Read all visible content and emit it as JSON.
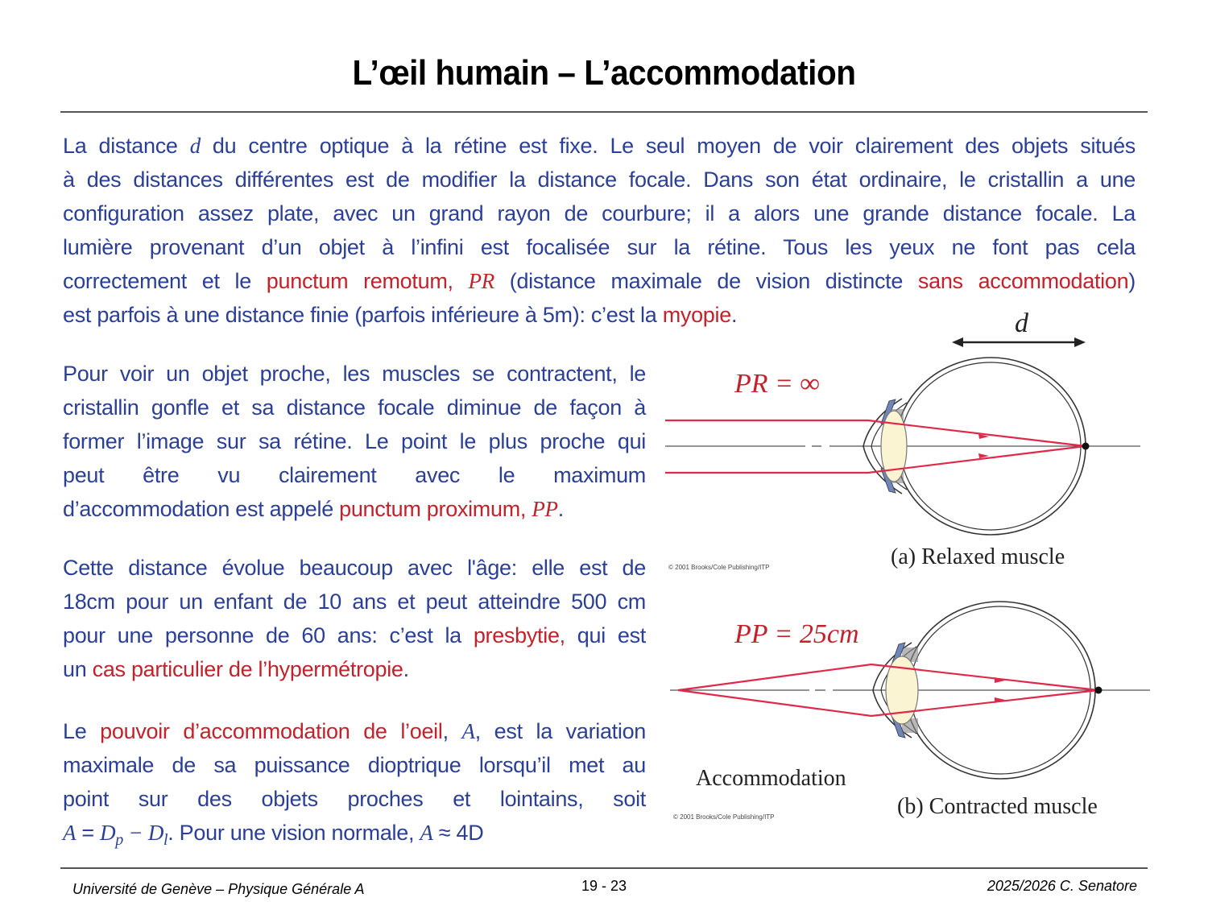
{
  "slide": {
    "title": "L’œil humain –  L’accommodation",
    "paragraphs": {
      "p1": {
        "lines": [
          [
            {
              "t": "La distance ",
              "c": "blue"
            },
            {
              "t": "d",
              "c": "blue",
              "math": true
            },
            {
              "t": " du centre optique à la rétine est fixe. Le seul moyen de voir clairement des objets situés",
              "c": "blue"
            }
          ],
          [
            {
              "t": "à des distances différentes est de modifier la distance focale. Dans son état ordinaire, le cristallin a une",
              "c": "blue"
            }
          ],
          [
            {
              "t": "configuration assez plate, avec un grand rayon de courbure; il a alors une grande distance focale. La",
              "c": "blue"
            }
          ],
          [
            {
              "t": "lumière provenant d’un objet à l’infini est focalisée sur la rétine. Tous les yeux ne font pas cela",
              "c": "blue"
            }
          ],
          [
            {
              "t": "correctement et le ",
              "c": "blue"
            },
            {
              "t": "punctum remotum, ",
              "c": "red"
            },
            {
              "t": "PR",
              "c": "red",
              "math": true
            },
            {
              "t": " (distance maximale de vision distincte ",
              "c": "blue"
            },
            {
              "t": "sans accommodation",
              "c": "red"
            },
            {
              "t": ")",
              "c": "blue"
            }
          ],
          [
            {
              "t": "est parfois à une distance finie (parfois inférieure à 5m): c’est la ",
              "c": "blue"
            },
            {
              "t": "myopie",
              "c": "red"
            },
            {
              "t": ".",
              "c": "blue"
            }
          ]
        ]
      },
      "p2": {
        "lines": [
          [
            {
              "t": "Pour voir un objet proche, les muscles se contractent, le",
              "c": "blue"
            }
          ],
          [
            {
              "t": "cristallin gonfle et sa distance focale diminue de façon à",
              "c": "blue"
            }
          ],
          [
            {
              "t": "former l’image sur sa rétine. Le point le plus proche qui",
              "c": "blue"
            }
          ],
          [
            {
              "t": "peut être vu clairement avec le maximum",
              "c": "blue"
            }
          ],
          [
            {
              "t": "d’accommodation est appelé ",
              "c": "blue"
            },
            {
              "t": "punctum proximum, ",
              "c": "red"
            },
            {
              "t": "PP",
              "c": "red",
              "math": true
            },
            {
              "t": ".",
              "c": "blue"
            }
          ]
        ]
      },
      "p3": {
        "lines": [
          [
            {
              "t": "Cette distance évolue beaucoup avec l'âge: elle est de",
              "c": "blue"
            }
          ],
          [
            {
              "t": "18cm pour un enfant de 10 ans et peut atteindre 500 cm",
              "c": "blue"
            }
          ],
          [
            {
              "t": "pour une personne de 60 ans: c’est la ",
              "c": "blue"
            },
            {
              "t": "presbytie,",
              "c": "red"
            },
            {
              "t": " qui est",
              "c": "blue"
            }
          ],
          [
            {
              "t": "un ",
              "c": "blue"
            },
            {
              "t": "cas particulier de l’hypermétropie",
              "c": "red"
            },
            {
              "t": ".",
              "c": "blue"
            }
          ]
        ]
      },
      "p4": {
        "lines": [
          [
            {
              "t": "Le ",
              "c": "blue"
            },
            {
              "t": "pouvoir d’accommodation de l’oeil",
              "c": "red"
            },
            {
              "t": ", ",
              "c": "blue"
            },
            {
              "t": "A",
              "c": "blue",
              "math": true
            },
            {
              "t": ", est la variation",
              "c": "blue"
            }
          ],
          [
            {
              "t": "maximale de sa puissance dioptrique lorsqu’il met au",
              "c": "blue"
            }
          ],
          [
            {
              "t": "point sur des objets proches et lointains, soit",
              "c": "blue"
            }
          ],
          [
            {
              "t": "A",
              "c": "blue",
              "math": true
            },
            {
              "t": " = ",
              "c": "blue"
            },
            {
              "t": "D",
              "c": "blue",
              "math": true
            },
            {
              "t": "p",
              "c": "blue",
              "math": true,
              "sub": true
            },
            {
              "t": " − ",
              "c": "blue",
              "math": true
            },
            {
              "t": "D",
              "c": "blue",
              "math": true
            },
            {
              "t": "l",
              "c": "blue",
              "math": true,
              "sub": true
            },
            {
              "t": ".  Pour une vision normale, ",
              "c": "blue"
            },
            {
              "t": "A",
              "c": "blue",
              "math": true
            },
            {
              "t": " ≈ 4D",
              "c": "blue"
            }
          ]
        ]
      }
    },
    "figures": {
      "relaxed": {
        "distance_label": "d",
        "equation": "PR = ∞",
        "caption": "(a) Relaxed muscle",
        "copyright": "© 2001 Brooks/Cole Publishing/ITP"
      },
      "contracted": {
        "equation": "PP = 25cm",
        "side_label": "Accommodation",
        "caption": "(b) Contracted muscle",
        "copyright": "© 2001 Brooks/Cole Publishing/ITP"
      }
    },
    "footer": {
      "left": "Université de Genève – Physique Générale A",
      "center": "19 - 23",
      "right": "2025/2026  C. Senatore"
    },
    "colors": {
      "text_blue": "#2a3f95",
      "highlight_red": "#c2222b",
      "ray_red": "#e0294a",
      "lens_fill": "#fbf4d2",
      "muscle_blue": "#6f86b8"
    }
  }
}
